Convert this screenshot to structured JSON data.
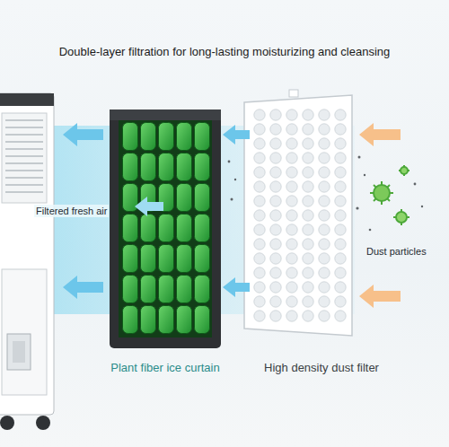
{
  "diagram": {
    "title": "Double-layer filtration for long-lasting moisturizing and cleansing",
    "labels": [
      "Filtered fresh air",
      "Dust particles",
      "Plant fiber ice curtain",
      "High density dust filter"
    ]
  }
}
